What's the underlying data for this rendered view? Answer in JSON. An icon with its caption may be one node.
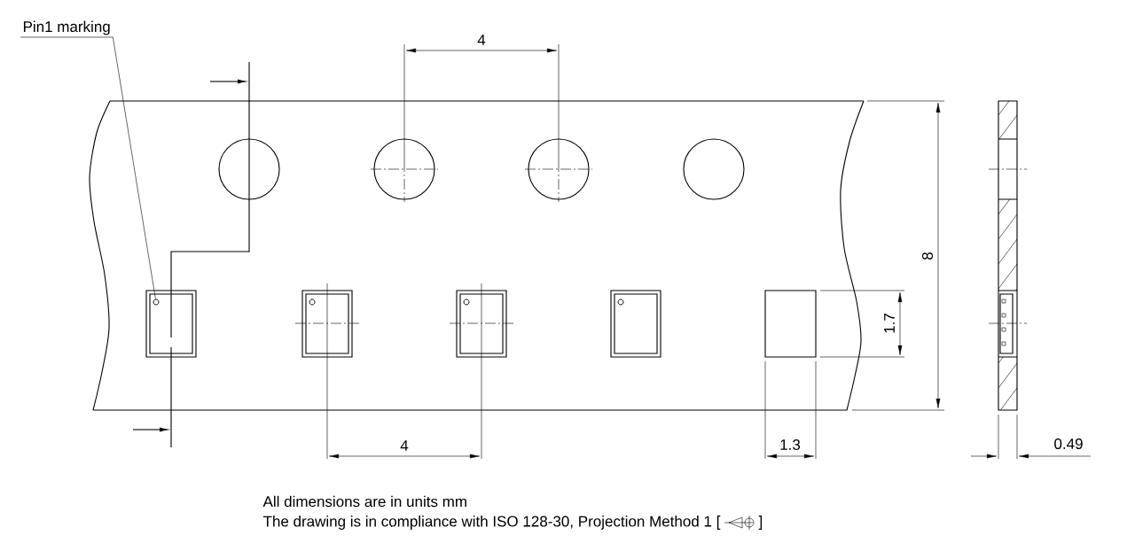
{
  "diagram": {
    "nodes": [
      {
        "text": [
          "Pin1 marking"
        ]
      },
      {
        "text": [],
        "shape": "circle"
      }
    ],
    "edges": [
      {
        "from": 0,
        "to": 1,
        "arrow": "none"
      }
    ],
    "labels": [
      "4",
      "8",
      "1.7",
      "4",
      "1.3",
      "0.49",
      "All dimensions are in units mm",
      "The drawing is in compliance with ISO 128-30, Projection Method 1 [",
      "]"
    ]
  }
}
